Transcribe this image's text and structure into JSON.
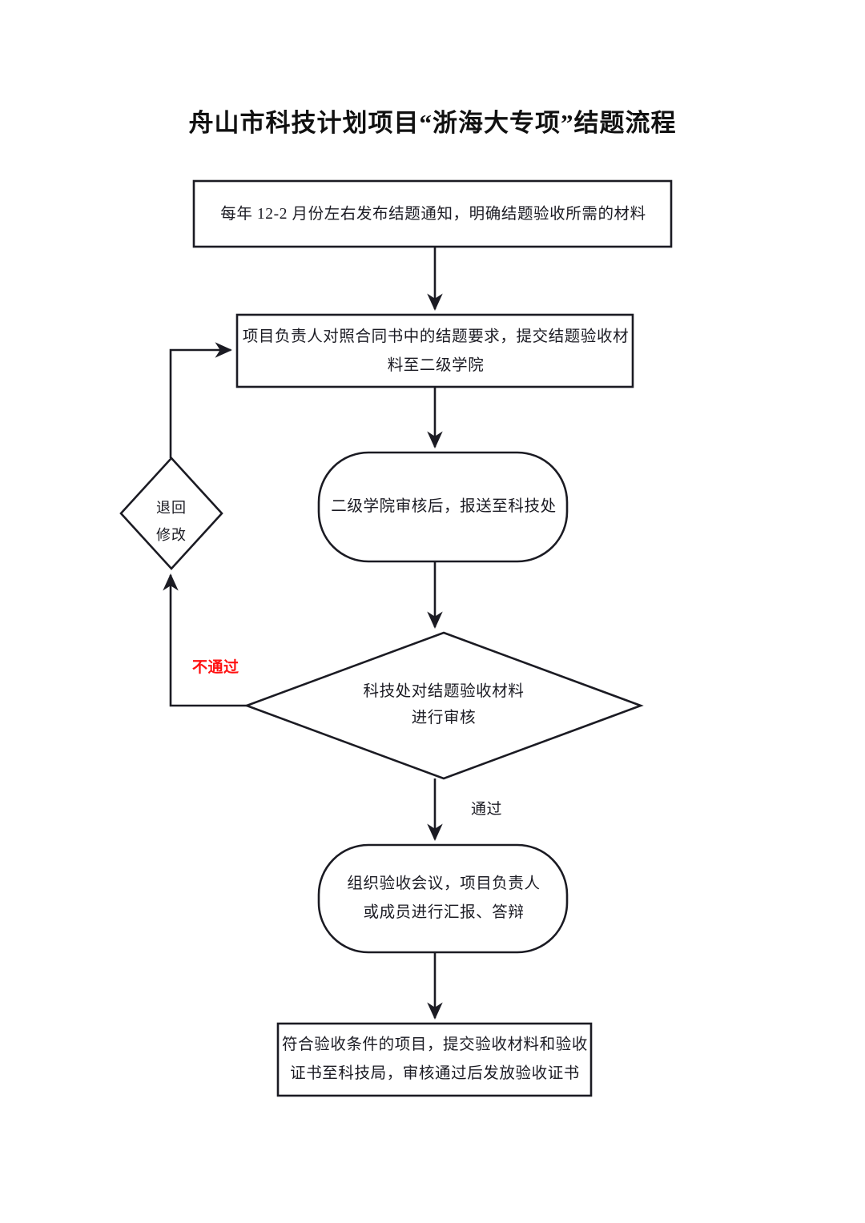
{
  "title": "舟山市科技计划项目“浙海大专项”结题流程",
  "colors": {
    "stroke": "#1b1b23",
    "text": "#1b1b23",
    "fail_label": "#ff1111",
    "background": "#ffffff"
  },
  "chart_data": {
    "type": "flowchart",
    "title": "舟山市科技计划项目“浙海大专项”结题流程",
    "orientation": "top-to-bottom",
    "nodes": [
      {
        "id": "n1",
        "shape": "rectangle",
        "lines": [
          "每年 12-2 月份左右发布结题通知，明确结题验收所需的材料"
        ]
      },
      {
        "id": "n2",
        "shape": "rectangle",
        "lines": [
          "项目负责人对照合同书中的结题要求，提交结题验收材",
          "料至二级学院"
        ]
      },
      {
        "id": "n3",
        "shape": "rounded-rectangle",
        "lines": [
          "二级学院审核后，报送至科技处"
        ]
      },
      {
        "id": "n4",
        "shape": "diamond",
        "lines": [
          "退回",
          "修改"
        ]
      },
      {
        "id": "n5",
        "shape": "diamond",
        "lines": [
          "科技处对结题验收材料",
          "进行审核"
        ]
      },
      {
        "id": "n6",
        "shape": "rounded-rectangle",
        "lines": [
          "组织验收会议，项目负责人",
          "或成员进行汇报、答辩"
        ]
      },
      {
        "id": "n7",
        "shape": "rectangle",
        "lines": [
          "符合验收条件的项目，提交验收材料和验收",
          "证书至科技局，审核通过后发放验收证书"
        ]
      }
    ],
    "edges": [
      {
        "from": "n1",
        "to": "n2",
        "label": ""
      },
      {
        "from": "n2",
        "to": "n3",
        "label": ""
      },
      {
        "from": "n3",
        "to": "n5",
        "label": ""
      },
      {
        "from": "n5",
        "to": "n4",
        "label": "不通过",
        "label_color": "#ff1111"
      },
      {
        "from": "n4",
        "to": "n2",
        "label": ""
      },
      {
        "from": "n5",
        "to": "n6",
        "label": "通过",
        "label_color": "#1b1b23"
      },
      {
        "from": "n6",
        "to": "n7",
        "label": ""
      }
    ]
  },
  "nodes": {
    "n1": {
      "l1": "每年 12-2 月份左右发布结题通知，明确结题验收所需的材料"
    },
    "n2": {
      "l1": "项目负责人对照合同书中的结题要求，提交结题验收材",
      "l2": "料至二级学院"
    },
    "n3": {
      "l1": "二级学院审核后，报送至科技处"
    },
    "n4": {
      "l1": "退回",
      "l2": "修改"
    },
    "n5": {
      "l1": "科技处对结题验收材料",
      "l2": "进行审核"
    },
    "n6": {
      "l1": "组织验收会议，项目负责人",
      "l2": "或成员进行汇报、答辩"
    },
    "n7": {
      "l1": "符合验收条件的项目，提交验收材料和验收",
      "l2": "证书至科技局，审核通过后发放验收证书"
    }
  },
  "labels": {
    "fail": "不通过",
    "pass": "通过"
  }
}
